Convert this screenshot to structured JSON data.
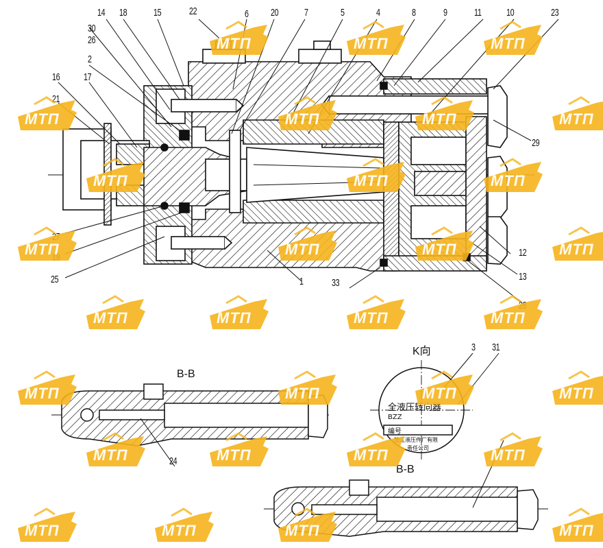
{
  "callouts": {
    "n1": "1",
    "n2": "2",
    "n3": "3",
    "n4": "4",
    "n5": "5",
    "n6": "6",
    "n7": "7",
    "n8": "8",
    "n9": "9",
    "n10": "10",
    "n11": "11",
    "n12": "12",
    "n13": "13",
    "n14": "14",
    "n15": "15",
    "n16": "16",
    "n17": "17",
    "n18": "18",
    "n19": "19",
    "n20": "20",
    "n21": "21",
    "n22": "22",
    "n23": "23",
    "n24": "24",
    "n25": "25",
    "n26": "26",
    "n27": "27",
    "n28": "28",
    "n29": "29",
    "n30": "30",
    "n31": "31",
    "n33": "33"
  },
  "views": {
    "section_bb_top": "B-B",
    "section_bb_bottom": "B-B",
    "view_k": "K向"
  },
  "nameplate": {
    "title": "全液压转向器",
    "model_label": "BZZ",
    "serial_label": "编号",
    "maker_line1": "镇江液压件厂有限",
    "maker_line2": "责任公司"
  },
  "watermark": {
    "text": "МТП",
    "color": "#f5b41c"
  },
  "colors": {
    "ink": "#111111",
    "paper": "#ffffff",
    "watermark_accent": "#f5b41c"
  }
}
